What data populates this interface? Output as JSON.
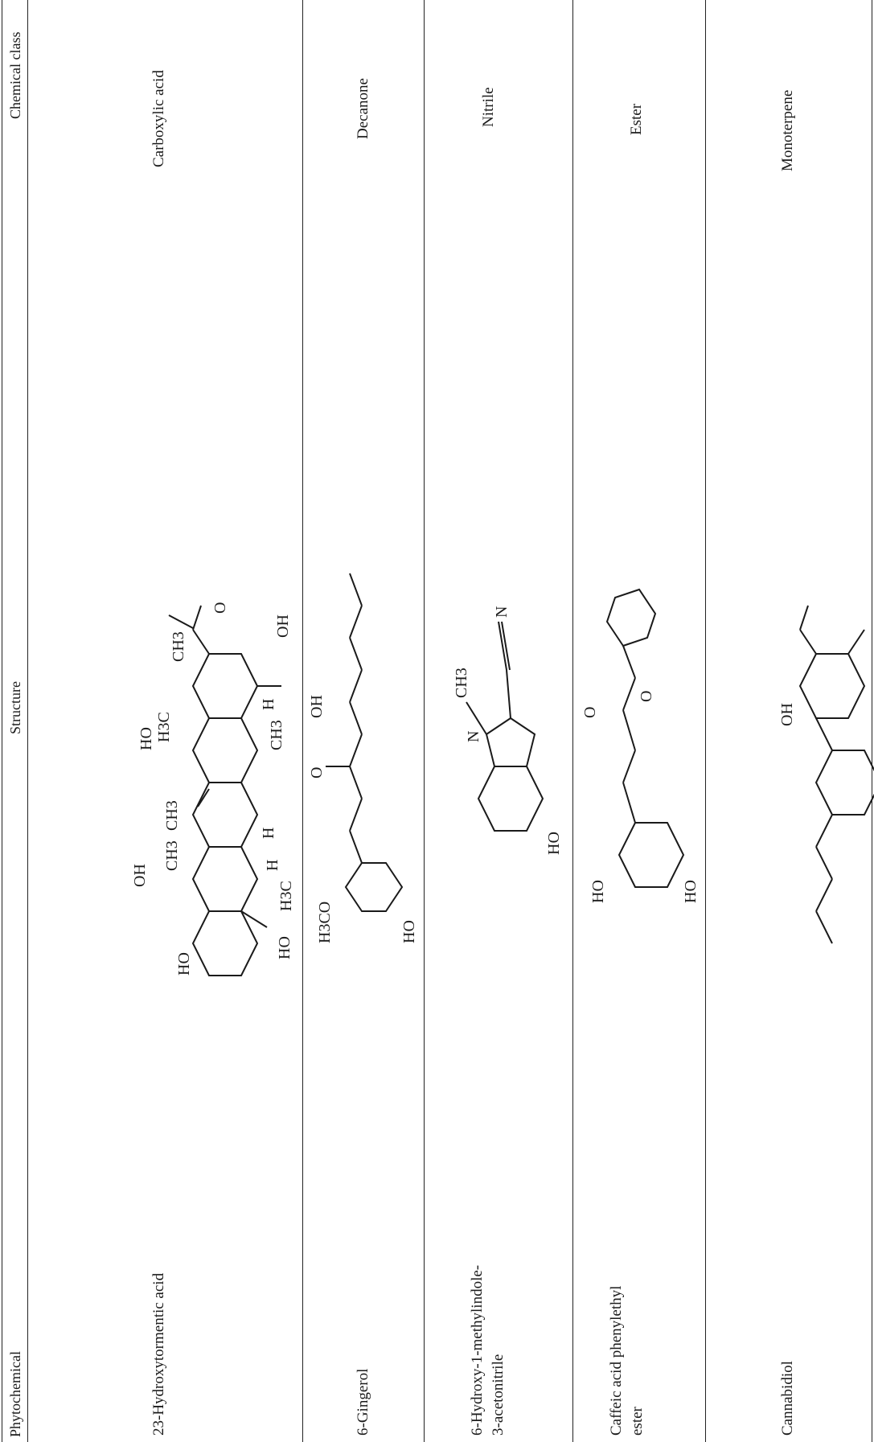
{
  "table": {
    "headers": {
      "phytochemical": "Phytochemical",
      "structure": "Structure",
      "chemical_class": "Chemical class"
    },
    "rows": [
      {
        "phytochemical": "23-Hydroxytormentic acid",
        "chemical_class": "Carboxylic acid",
        "structure_labels": [
          "CH3",
          "H3C",
          "HO",
          "OH",
          "O",
          "H",
          "CH3",
          "CH3",
          "CH3",
          "H",
          "H",
          "HO",
          "HO",
          "H3C",
          "OH"
        ]
      },
      {
        "phytochemical": "6-Gingerol",
        "chemical_class": "Decanone",
        "structure_labels": [
          "O",
          "OH",
          "H3CO",
          "HO"
        ]
      },
      {
        "phytochemical": "6-Hydroxy-1-methylindole-3-acetonitrile",
        "phytochemical_lines": [
          "6-Hydroxy-1-methylindole-",
          "3-acetonitrile"
        ],
        "chemical_class": "Nitrile",
        "structure_labels": [
          "CH3",
          "N",
          "N",
          "HO"
        ]
      },
      {
        "phytochemical": "Caffeic acid phenylethyl ester",
        "phytochemical_lines": [
          "Caffeic acid phenylethyl",
          "ester"
        ],
        "chemical_class": "Ester",
        "structure_labels": [
          "O",
          "O",
          "HO",
          "HO"
        ]
      },
      {
        "phytochemical": "Cannabidiol",
        "chemical_class": "Monoterpene",
        "structure_labels": [
          "OH"
        ]
      }
    ]
  }
}
